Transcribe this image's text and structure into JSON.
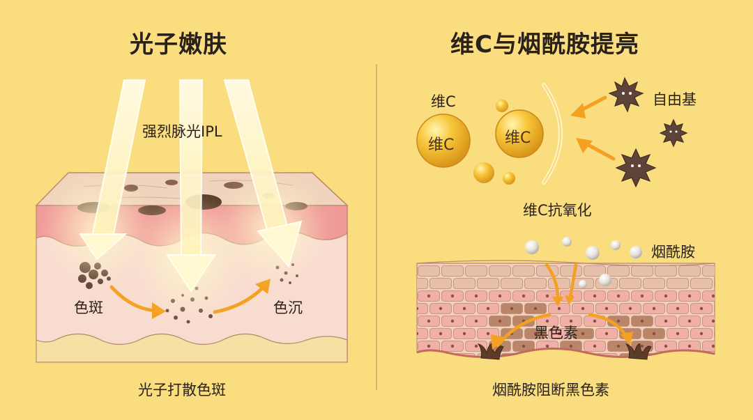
{
  "left": {
    "title": "光子嫩肤",
    "light_label": "强烈脉光IPL",
    "spot_label": "色斑",
    "fade_label": "色沉",
    "caption": "光子打散色斑"
  },
  "right": {
    "title": "维C与烟酰胺提亮",
    "vitc_label": "维C",
    "sphere1_text": "维C",
    "sphere2_text": "维C",
    "radical_label": "自由基",
    "antiox_label": "维C抗氧化",
    "niacin_label": "烟酰胺",
    "melanin_label": "黑色素",
    "caption": "烟酰胺阻断黑色素"
  }
}
